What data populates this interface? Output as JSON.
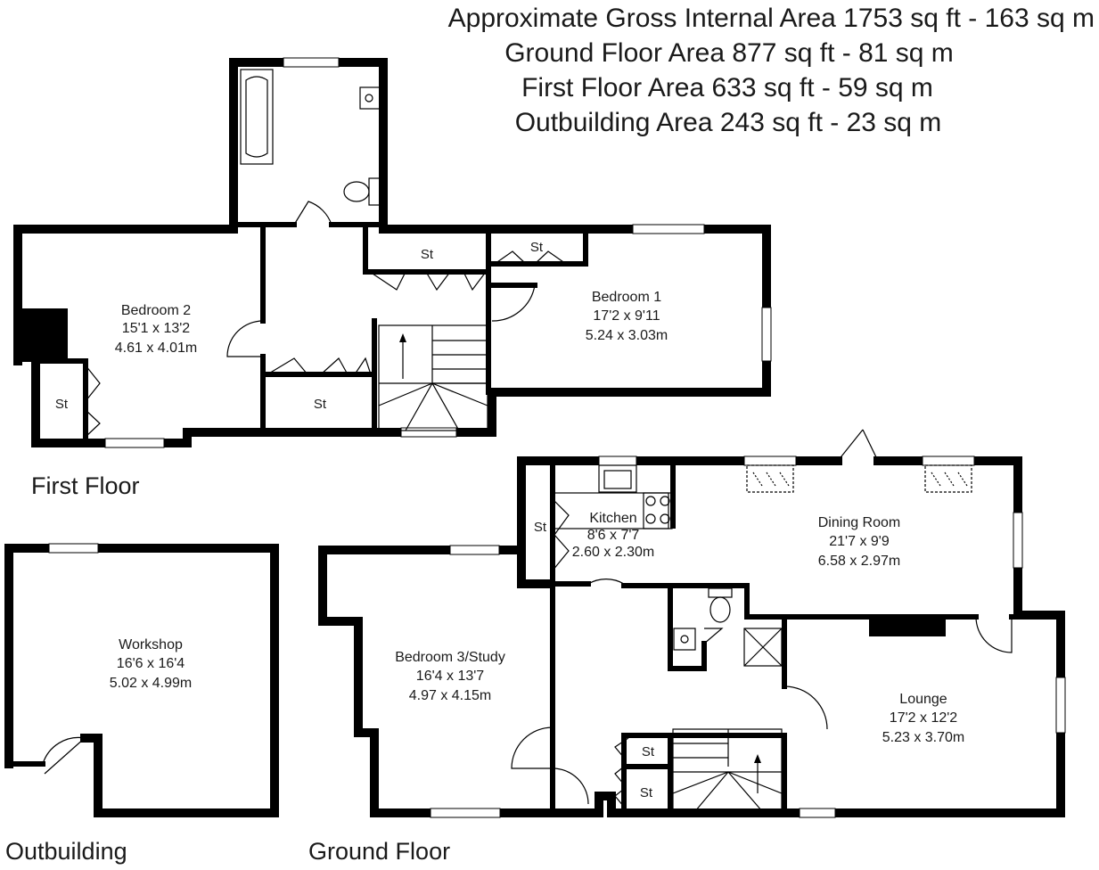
{
  "header": {
    "line1": "Approximate Gross Internal Area 1753 sq ft - 163 sq m",
    "line2": "Ground Floor Area 877 sq ft - 81 sq m",
    "line3": "First Floor Area 633 sq ft - 59 sq m",
    "line4": "Outbuilding Area 243 sq ft - 23 sq m"
  },
  "floors": {
    "first": "First Floor",
    "ground": "Ground Floor",
    "outbuilding": "Outbuilding"
  },
  "rooms": {
    "bedroom2": {
      "name": "Bedroom 2",
      "imperial": "15'1 x 13'2",
      "metric": "4.61 x 4.01m"
    },
    "bedroom1": {
      "name": "Bedroom 1",
      "imperial": "17'2 x 9'11",
      "metric": "5.24 x 3.03m"
    },
    "kitchen": {
      "name": "Kitchen",
      "imperial": "8'6 x 7'7",
      "metric": "2.60 x 2.30m"
    },
    "dining": {
      "name": "Dining Room",
      "imperial": "21'7 x 9'9",
      "metric": "6.58 x 2.97m"
    },
    "bedroom3": {
      "name": "Bedroom 3/Study",
      "imperial": "16'4 x 13'7",
      "metric": "4.97 x 4.15m"
    },
    "lounge": {
      "name": "Lounge",
      "imperial": "17'2 x 12'2",
      "metric": "5.23 x 3.70m"
    },
    "workshop": {
      "name": "Workshop",
      "imperial": "16'6 x 16'4",
      "metric": "5.02 x 4.99m"
    }
  },
  "storage": {
    "label": "St"
  }
}
